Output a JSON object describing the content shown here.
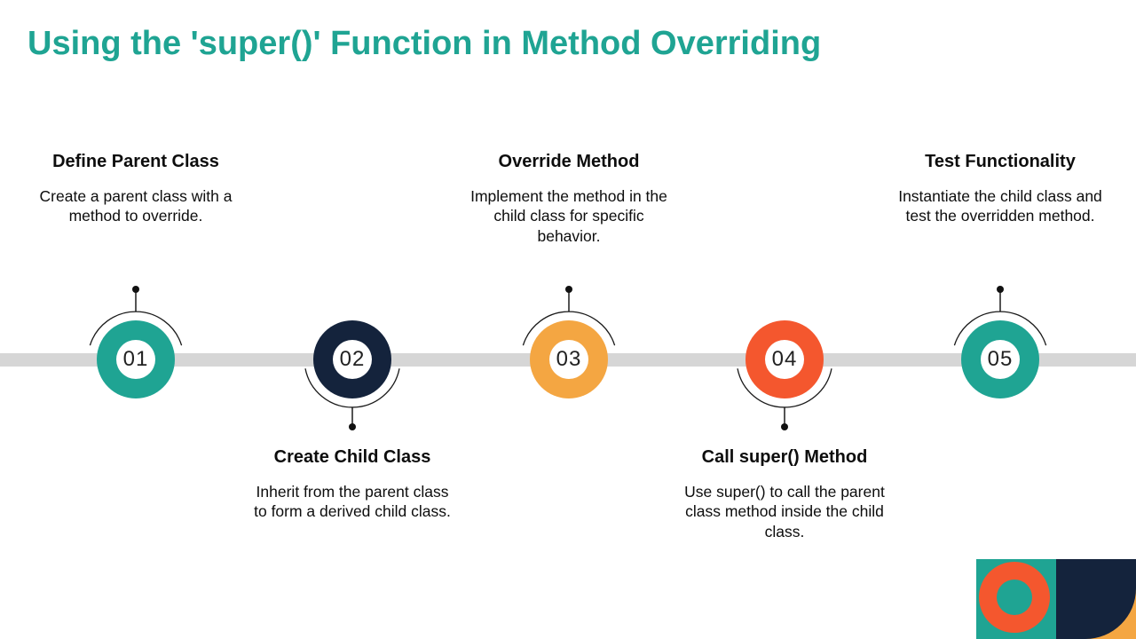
{
  "slide": {
    "title": "Using the 'super()' Function in Method Overriding"
  },
  "colors": {
    "teal": "#1fa493",
    "navy": "#14233c",
    "amber": "#f4a642",
    "orange": "#f4572e",
    "track_gray": "#d6d6d6",
    "title_teal": "#1fa493",
    "text_black": "#0d0d0d"
  },
  "steps": [
    {
      "number": "01",
      "title": "Define Parent Class",
      "description": "Create a parent class with a\nmethod to override.",
      "position": "top",
      "color": "#1fa493"
    },
    {
      "number": "02",
      "title": "Create Child Class",
      "description": "Inherit from the parent class\nto form a derived child class.",
      "position": "bottom",
      "color": "#14233c"
    },
    {
      "number": "03",
      "title": "Override Method",
      "description": "Implement the method in the\nchild class for specific\nbehavior.",
      "position": "top",
      "color": "#f4a642"
    },
    {
      "number": "04",
      "title": "Call super() Method",
      "description": "Use super() to call the parent\nclass method inside the child\nclass.",
      "position": "bottom",
      "color": "#f4572e"
    },
    {
      "number": "05",
      "title": "Test Functionality",
      "description": "Instantiate the child class and\ntest the overridden method.",
      "position": "top",
      "color": "#1fa493"
    }
  ]
}
